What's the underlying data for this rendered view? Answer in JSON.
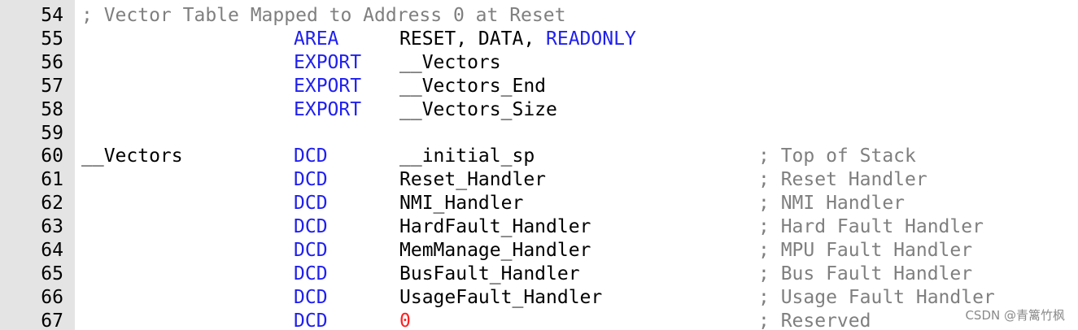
{
  "editor": {
    "lines": [
      {
        "num": "54",
        "full": "; Vector Table Mapped to Address 0 at Reset"
      },
      {
        "num": "55",
        "kw": "AREA",
        "args": [
          {
            "t": "RESET, DATA, ",
            "c": "id"
          },
          {
            "t": "READONLY",
            "c": "kw"
          }
        ]
      },
      {
        "num": "56",
        "kw": "EXPORT",
        "args": [
          {
            "t": "__Vectors",
            "c": "id"
          }
        ]
      },
      {
        "num": "57",
        "kw": "EXPORT",
        "args": [
          {
            "t": "__Vectors_End",
            "c": "id"
          }
        ]
      },
      {
        "num": "58",
        "kw": "EXPORT",
        "args": [
          {
            "t": "__Vectors_Size",
            "c": "id"
          }
        ]
      },
      {
        "num": "59"
      },
      {
        "num": "60",
        "label": "__Vectors",
        "kw": "DCD",
        "args": [
          {
            "t": "__initial_sp",
            "c": "id"
          }
        ],
        "comment": "; Top of Stack"
      },
      {
        "num": "61",
        "kw": "DCD",
        "args": [
          {
            "t": "Reset_Handler",
            "c": "id"
          }
        ],
        "comment": "; Reset Handler"
      },
      {
        "num": "62",
        "kw": "DCD",
        "args": [
          {
            "t": "NMI_Handler",
            "c": "id"
          }
        ],
        "comment": "; NMI Handler"
      },
      {
        "num": "63",
        "kw": "DCD",
        "args": [
          {
            "t": "HardFault_Handler",
            "c": "id"
          }
        ],
        "comment": "; Hard Fault Handler"
      },
      {
        "num": "64",
        "kw": "DCD",
        "args": [
          {
            "t": "MemManage_Handler",
            "c": "id"
          }
        ],
        "comment": "; MPU Fault Handler"
      },
      {
        "num": "65",
        "kw": "DCD",
        "args": [
          {
            "t": "BusFault_Handler",
            "c": "id"
          }
        ],
        "comment": "; Bus Fault Handler"
      },
      {
        "num": "66",
        "kw": "DCD",
        "args": [
          {
            "t": "UsageFault_Handler",
            "c": "id"
          }
        ],
        "comment": "; Usage Fault Handler"
      },
      {
        "num": "67",
        "kw": "DCD",
        "args": [
          {
            "t": "0",
            "c": "num"
          }
        ],
        "comment": "; Reserved"
      }
    ]
  },
  "colors": {
    "keyword": "#1f1ff0",
    "comment": "#7f7f7f",
    "number": "#ff2020",
    "gutter": "#e4e4e4"
  },
  "watermark": "CSDN @青篱竹枫"
}
